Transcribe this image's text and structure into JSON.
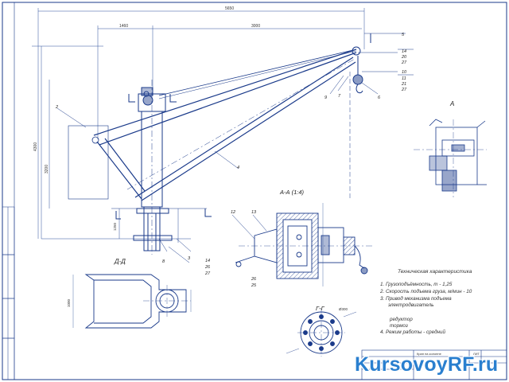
{
  "drawing": {
    "spec": {
      "title": "Техническая характеристика",
      "lines": [
        "1. Грузоподъёмность, т - 1,25",
        "2. Скорость подъема груза, м/мин - 10",
        "3. Привод механизма подъема",
        "электродвигатель",
        "редуктор",
        "тормоз",
        "4. Режим работы - средний"
      ]
    },
    "sections": {
      "dd": "Д-Д",
      "gg": "Г-Г",
      "aa": "А-А (1:4)",
      "a_view": "А"
    },
    "dimensions": {
      "top_total": "5650",
      "top_left": "1460",
      "top_right": "3000",
      "left_height": "4300",
      "mast_height": "3200",
      "base_height": "1250",
      "dd_width": "1000",
      "gg_dia": "Ø300"
    },
    "callouts": [
      "2",
      "4",
      "5",
      "6",
      "7",
      "8",
      "9",
      "10",
      "11",
      "12",
      "13",
      "14",
      "20",
      "21",
      "26",
      "27"
    ],
    "watermark": "KursovoyRF.ru"
  },
  "colors": {
    "line": "#1a3a8a",
    "hatch": "#1a3a8a",
    "dim": "#2a4f9a",
    "text": "#333333",
    "watermark_blue": "#2a7fcf",
    "watermark_red": "#e0342a"
  }
}
